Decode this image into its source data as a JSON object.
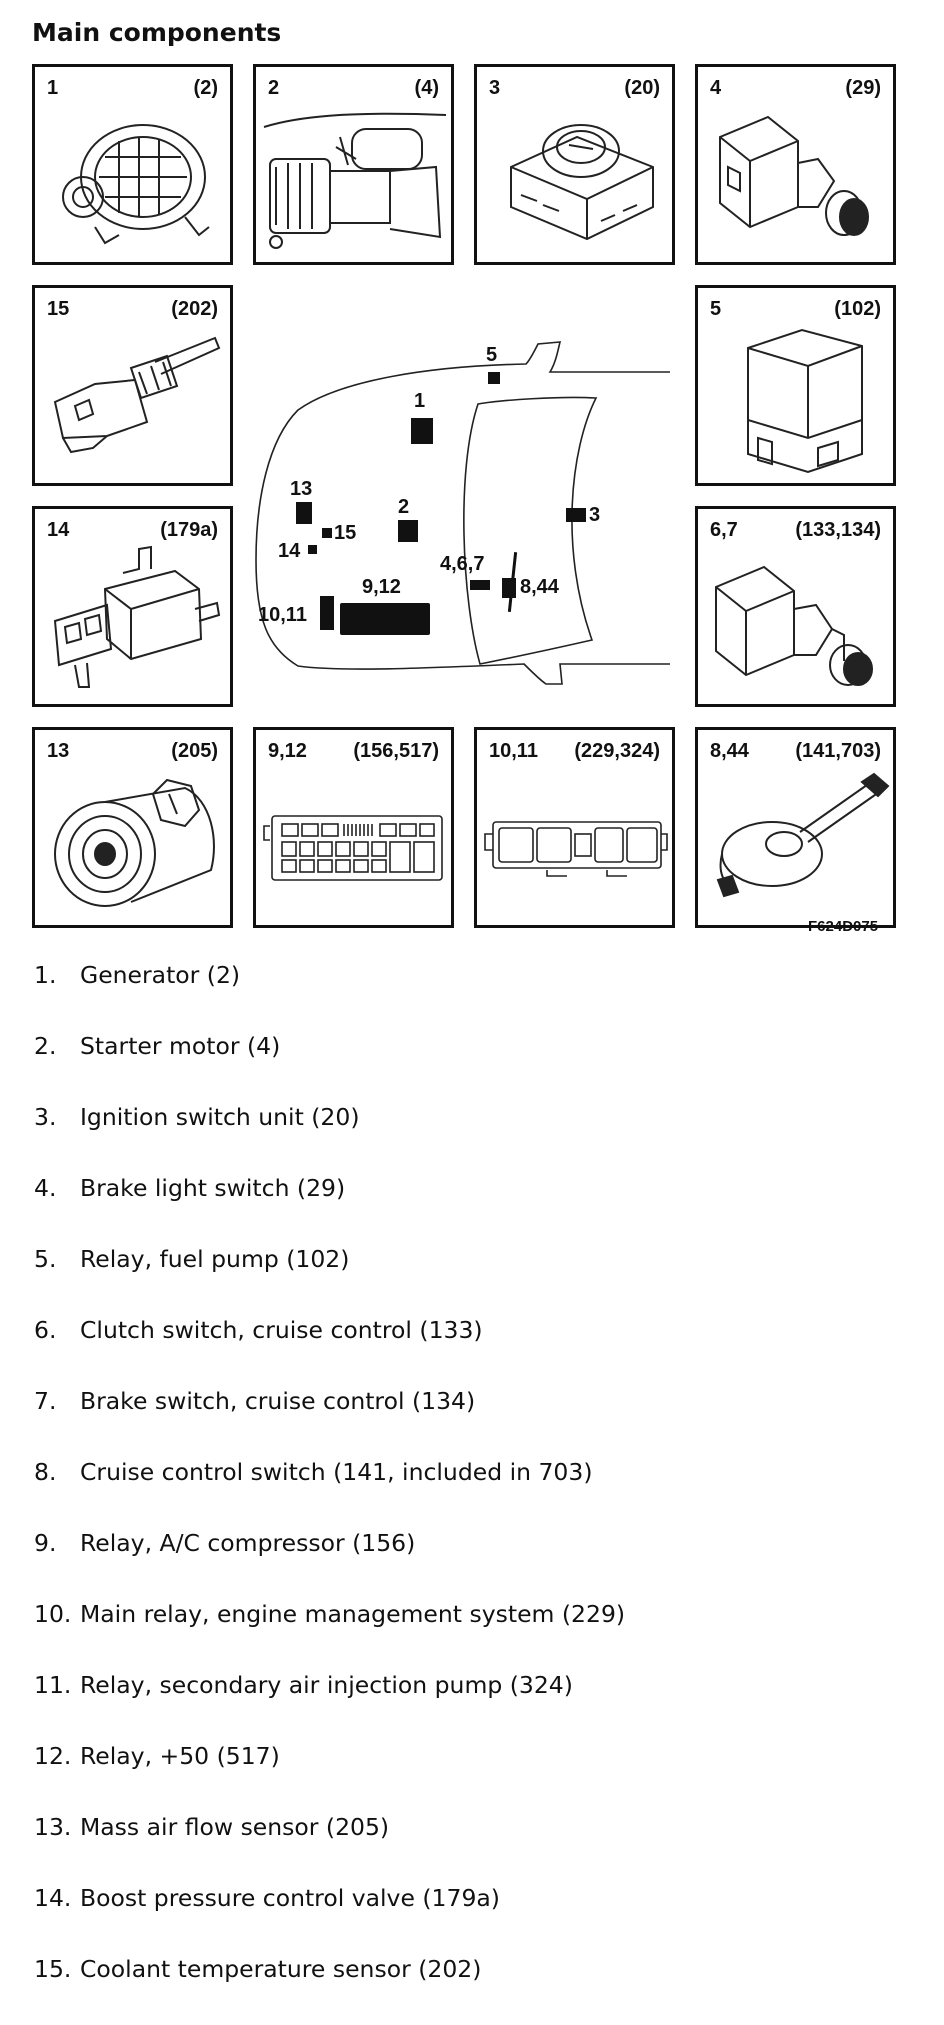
{
  "title": "Main components",
  "figure_id": "F624D075",
  "panels": [
    {
      "num": "1",
      "code": "(2)",
      "icon": "generator-icon"
    },
    {
      "num": "2",
      "code": "(4)",
      "icon": "starter-motor-icon"
    },
    {
      "num": "3",
      "code": "(20)",
      "icon": "ignition-switch-icon"
    },
    {
      "num": "4",
      "code": "(29)",
      "icon": "brake-light-switch-icon"
    },
    {
      "num": "15",
      "code": "(202)",
      "icon": "coolant-sensor-icon"
    },
    {
      "num": "5",
      "code": "(102)",
      "icon": "relay-icon"
    },
    {
      "num": "14",
      "code": "(179a)",
      "icon": "boost-valve-icon"
    },
    {
      "num": "6,7",
      "code": "(133,134)",
      "icon": "pedal-switch-icon"
    },
    {
      "num": "13",
      "code": "(205)",
      "icon": "mass-air-flow-sensor-icon"
    },
    {
      "num": "9,12",
      "code": "(156,517)",
      "icon": "fuse-box-icon"
    },
    {
      "num": "10,11",
      "code": "(229,324)",
      "icon": "relay-box-icon"
    },
    {
      "num": "8,44",
      "code": "(141,703)",
      "icon": "cruise-control-switch-icon"
    }
  ],
  "callouts": [
    "5",
    "1",
    "3",
    "13",
    "2",
    "15",
    "14",
    "4,6,7",
    "8,44",
    "9,12",
    "10,11"
  ],
  "legend": [
    {
      "num": "1.",
      "text": "Generator (2)"
    },
    {
      "num": "2.",
      "text": "Starter motor (4)"
    },
    {
      "num": "3.",
      "text": "Ignition switch unit (20)"
    },
    {
      "num": "4.",
      "text": "Brake light switch (29)"
    },
    {
      "num": "5.",
      "text": "Relay, fuel pump (102)"
    },
    {
      "num": "6.",
      "text": "Clutch switch, cruise control (133)"
    },
    {
      "num": "7.",
      "text": "Brake switch, cruise control (134)"
    },
    {
      "num": "8.",
      "text": "Cruise control switch (141, included in 703)"
    },
    {
      "num": "9.",
      "text": "Relay, A/C compressor (156)"
    },
    {
      "num": "10.",
      "text": "Main relay, engine management system (229)"
    },
    {
      "num": "11.",
      "text": "Relay, secondary air injection pump (324)"
    },
    {
      "num": "12.",
      "text": "Relay, +50 (517)"
    },
    {
      "num": "13.",
      "text": "Mass air flow sensor (205)"
    },
    {
      "num": "14.",
      "text": "Boost pressure control valve (179a)"
    },
    {
      "num": "15.",
      "text": "Coolant temperature sensor (202)"
    }
  ]
}
